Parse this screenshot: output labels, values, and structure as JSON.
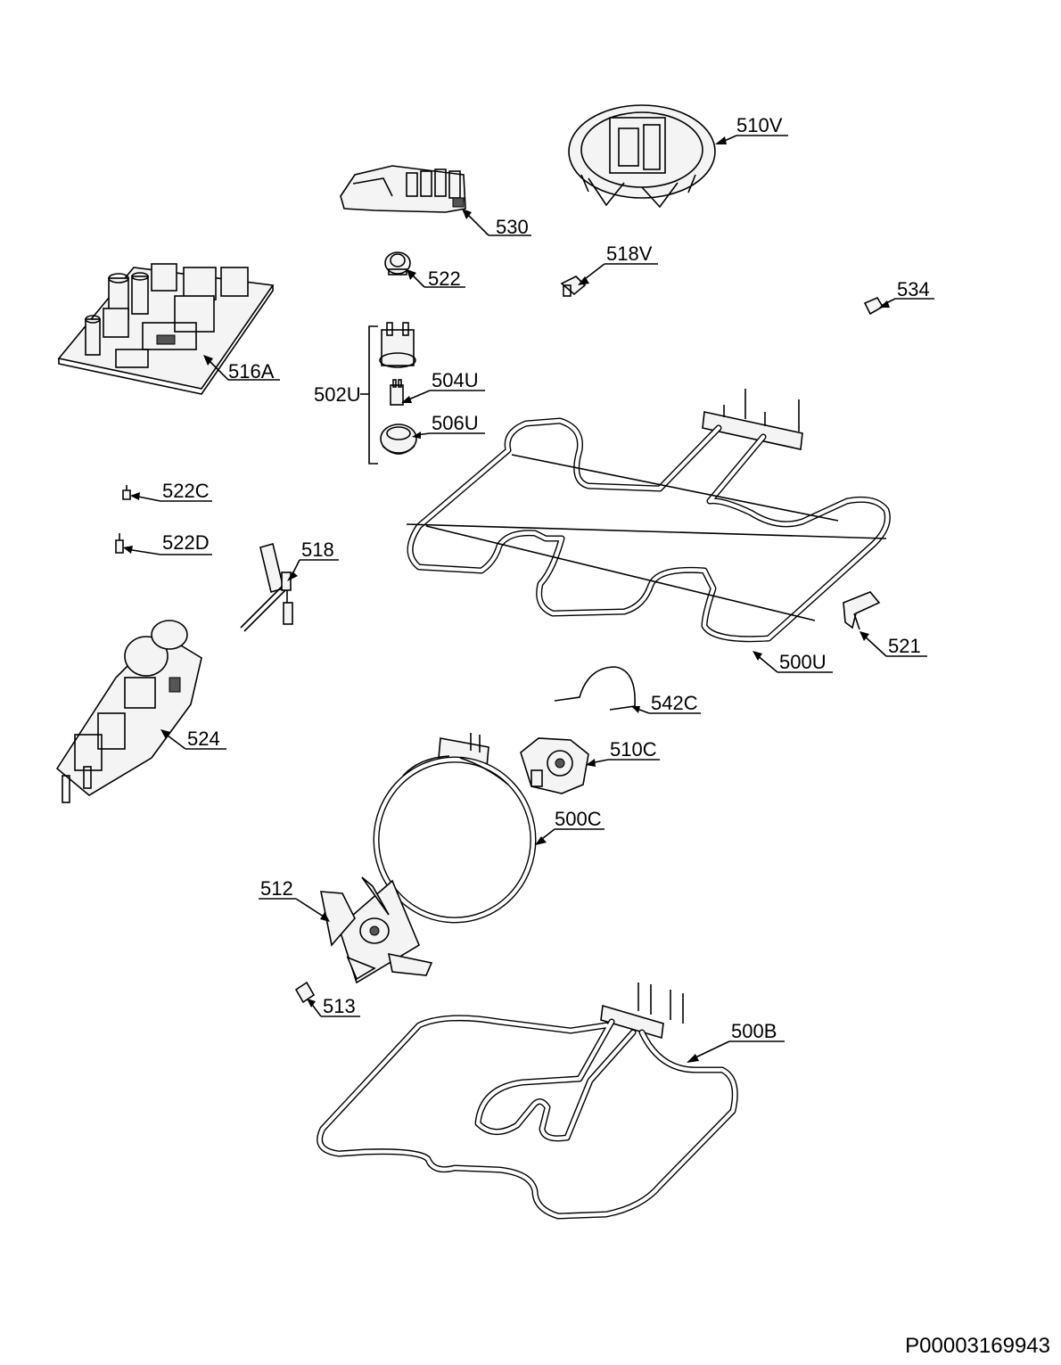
{
  "labels": {
    "p510V": "510V",
    "p530": "530",
    "p522": "522",
    "p518V": "518V",
    "p534": "534",
    "p516A": "516A",
    "p502U": "502U",
    "p504U": "504U",
    "p506U": "506U",
    "p522C": "522C",
    "p522D": "522D",
    "p518": "518",
    "p521": "521",
    "p500U": "500U",
    "p524": "524",
    "p542C": "542C",
    "p510C": "510C",
    "p500C": "500C",
    "p512": "512",
    "p513": "513",
    "p500B": "500B"
  },
  "document_id": "P00003169943"
}
